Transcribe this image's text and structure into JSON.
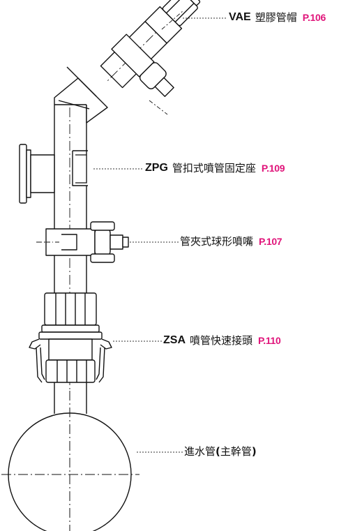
{
  "colors": {
    "line": "#111111",
    "page_ref": "#e0147a",
    "leader": "#333333"
  },
  "callouts": [
    {
      "code": "VAE",
      "name": "塑膠管帽",
      "page": "P.106"
    },
    {
      "code": "ZPG",
      "name": "管扣式噴管固定座",
      "page": "P.109"
    },
    {
      "code": "",
      "name": "管夾式球形噴嘴",
      "page": "P.107"
    },
    {
      "code": "ZSA",
      "name": "噴管快速接頭",
      "page": "P.110"
    },
    {
      "code": "",
      "name_main": "進水管",
      "name_paren_open": "(",
      "name_paren_text": "主幹管",
      "name_paren_close": ")",
      "page": ""
    }
  ]
}
